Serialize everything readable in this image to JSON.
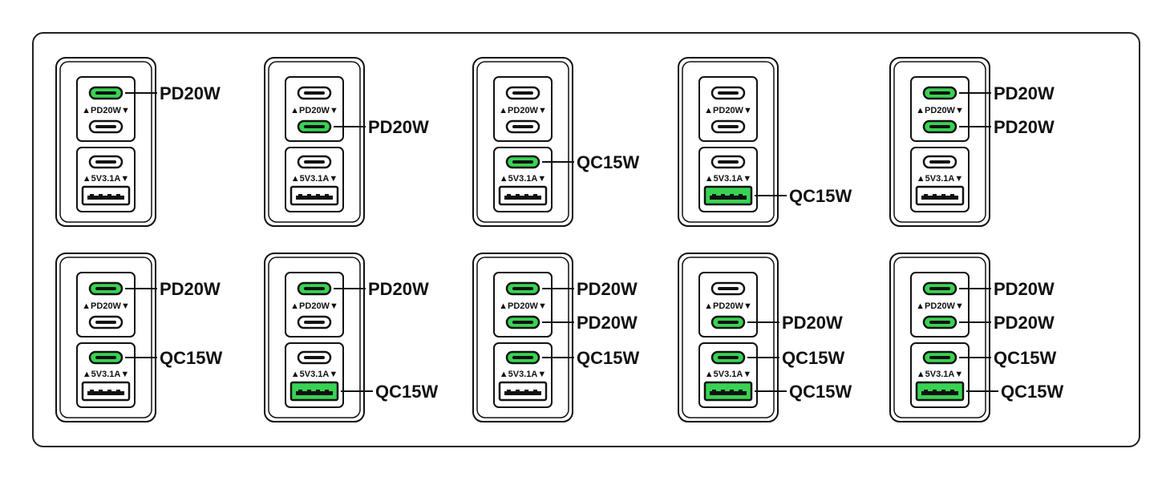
{
  "colors": {
    "active": "#39d353",
    "inactive": "#ffffff",
    "outline": "#111111"
  },
  "icons": {
    "usb_c": "usb-c-port-icon",
    "usb_a": "usb-a-port-icon",
    "arrow_up": "triangle-up-icon",
    "arrow_down": "triangle-down-icon"
  },
  "port_group_labels": {
    "top": "PD20W",
    "bottom": "5V3.1A"
  },
  "chargers": [
    {
      "ports": {
        "c1": true,
        "c2": false,
        "c3": false,
        "a": false
      },
      "labels": {
        "c1": "PD20W"
      }
    },
    {
      "ports": {
        "c1": false,
        "c2": true,
        "c3": false,
        "a": false
      },
      "labels": {
        "c2": "PD20W"
      }
    },
    {
      "ports": {
        "c1": false,
        "c2": false,
        "c3": true,
        "a": false
      },
      "labels": {
        "c3": "QC15W"
      }
    },
    {
      "ports": {
        "c1": false,
        "c2": false,
        "c3": false,
        "a": true
      },
      "labels": {
        "a": "QC15W"
      }
    },
    {
      "ports": {
        "c1": true,
        "c2": true,
        "c3": false,
        "a": false
      },
      "labels": {
        "c1": "PD20W",
        "c2": "PD20W"
      }
    },
    {
      "ports": {
        "c1": true,
        "c2": false,
        "c3": true,
        "a": false
      },
      "labels": {
        "c1": "PD20W",
        "c3": "QC15W"
      }
    },
    {
      "ports": {
        "c1": true,
        "c2": false,
        "c3": false,
        "a": true
      },
      "labels": {
        "c1": "PD20W",
        "a": "QC15W"
      }
    },
    {
      "ports": {
        "c1": true,
        "c2": true,
        "c3": true,
        "a": false
      },
      "labels": {
        "c1": "PD20W",
        "c2": "PD20W",
        "c3": "QC15W"
      }
    },
    {
      "ports": {
        "c1": false,
        "c2": true,
        "c3": true,
        "a": true
      },
      "labels": {
        "c2": "PD20W",
        "c3": "QC15W",
        "a": "QC15W"
      }
    },
    {
      "ports": {
        "c1": true,
        "c2": true,
        "c3": true,
        "a": true
      },
      "labels": {
        "c1": "PD20W",
        "c2": "PD20W",
        "c3": "QC15W",
        "a": "QC15W"
      }
    }
  ]
}
